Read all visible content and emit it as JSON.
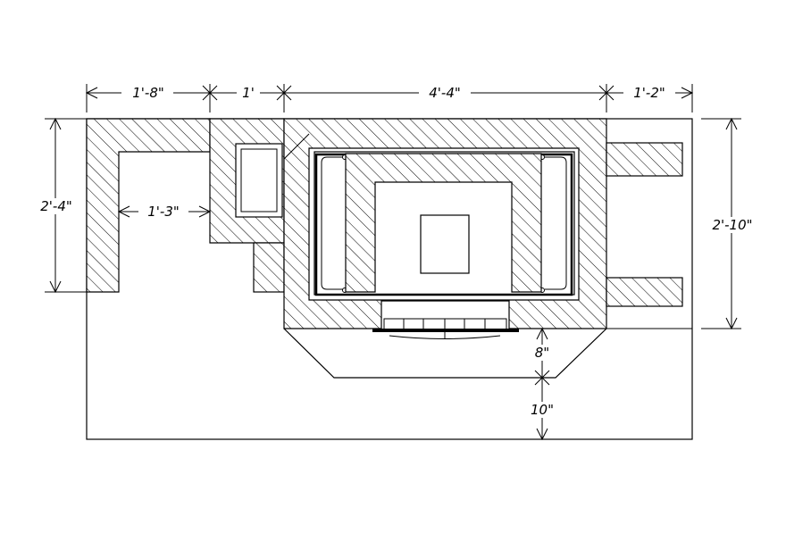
{
  "drawing": {
    "type": "plan-view fireplace detail",
    "colors": {
      "line": "#000000",
      "background": "#ffffff"
    },
    "dimensions": {
      "top_1": "1'-8\"",
      "top_2": "1'",
      "top_3": "4'-4\"",
      "top_4": "1'-2\"",
      "left_height": "2'-4\"",
      "inner_width": "1'-3\"",
      "right_height": "2'-10\"",
      "hearth_depth": "8\"",
      "front_depth": "10\""
    }
  }
}
